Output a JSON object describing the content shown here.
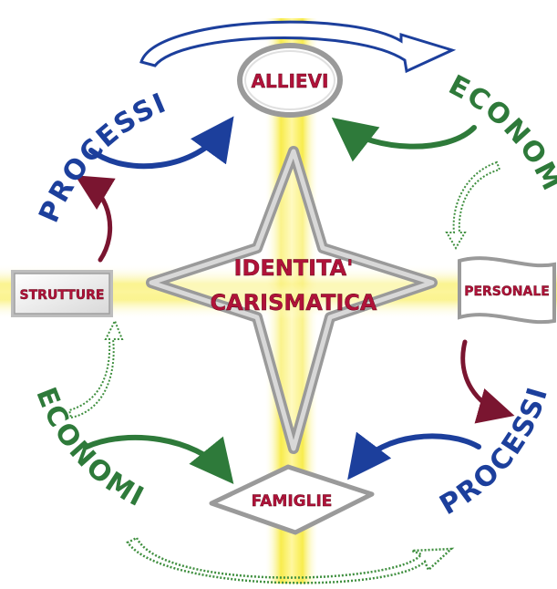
{
  "center": {
    "line1": "IDENTITA'",
    "line2": "CARISMATICA"
  },
  "nodes": {
    "allievi": "ALLIEVI",
    "famiglie": "FAMIGLIE",
    "strutture": "STRUTTURE",
    "personale": "PERSONALE"
  },
  "arc_words": {
    "processi_top_left": "PROCESSI",
    "economia_top_right": "ECONOMIA",
    "economia_bottom_left": "ECONOMIA",
    "processi_bottom_right": "PROCESSI"
  },
  "colors": {
    "label_red": "#b0123a",
    "blue": "#1c3f9c",
    "green": "#2e7a3a",
    "maroon": "#7a1530",
    "dotted_green": "#3f8f3f",
    "cross_yellow": "#f7ea3a"
  }
}
